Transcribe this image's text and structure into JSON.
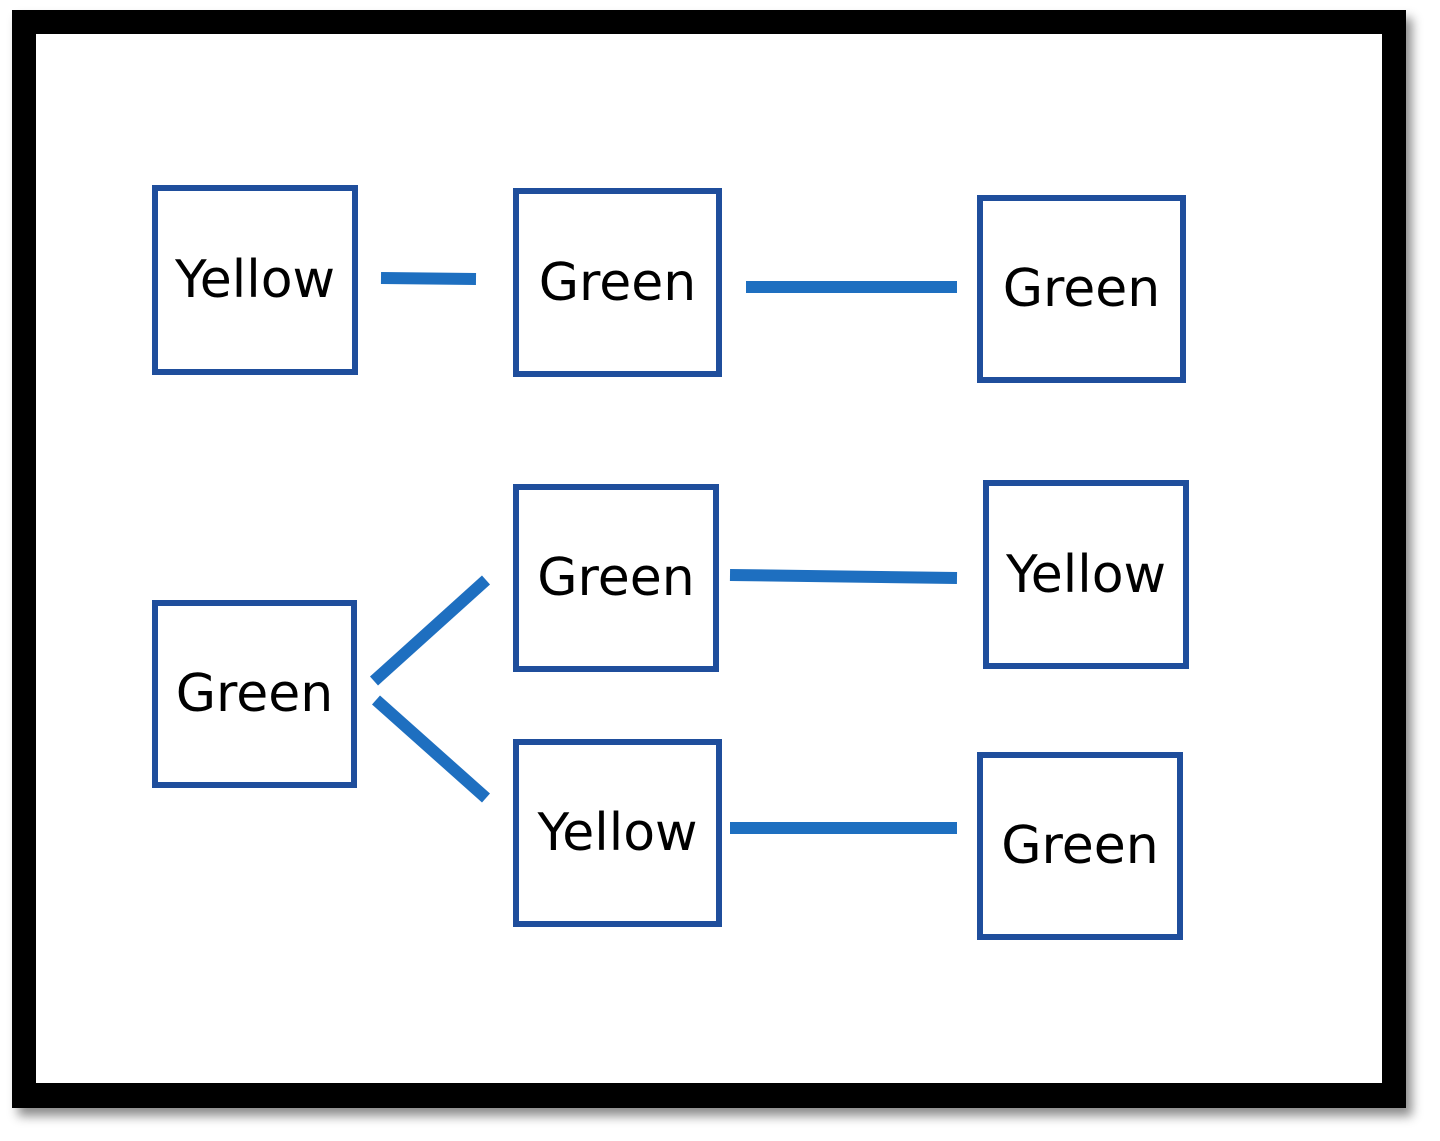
{
  "diagram": {
    "nodes": [
      {
        "id": "row1-a",
        "label": "Yellow"
      },
      {
        "id": "row1-b",
        "label": "Green"
      },
      {
        "id": "row1-c",
        "label": "Green"
      },
      {
        "id": "tree-root",
        "label": "Green"
      },
      {
        "id": "tree-upper-b",
        "label": "Green"
      },
      {
        "id": "tree-upper-c",
        "label": "Yellow"
      },
      {
        "id": "tree-lower-b",
        "label": "Yellow"
      },
      {
        "id": "tree-lower-c",
        "label": "Green"
      }
    ],
    "edges": [
      {
        "from": "row1-a",
        "to": "row1-b"
      },
      {
        "from": "row1-b",
        "to": "row1-c"
      },
      {
        "from": "tree-root",
        "to": "tree-upper-b"
      },
      {
        "from": "tree-root",
        "to": "tree-lower-b"
      },
      {
        "from": "tree-upper-b",
        "to": "tree-upper-c"
      },
      {
        "from": "tree-lower-b",
        "to": "tree-lower-c"
      }
    ],
    "colors": {
      "node_border": "#1f4e9c",
      "edge": "#1e6fc0",
      "frame": "#000000",
      "text": "#000000"
    }
  }
}
